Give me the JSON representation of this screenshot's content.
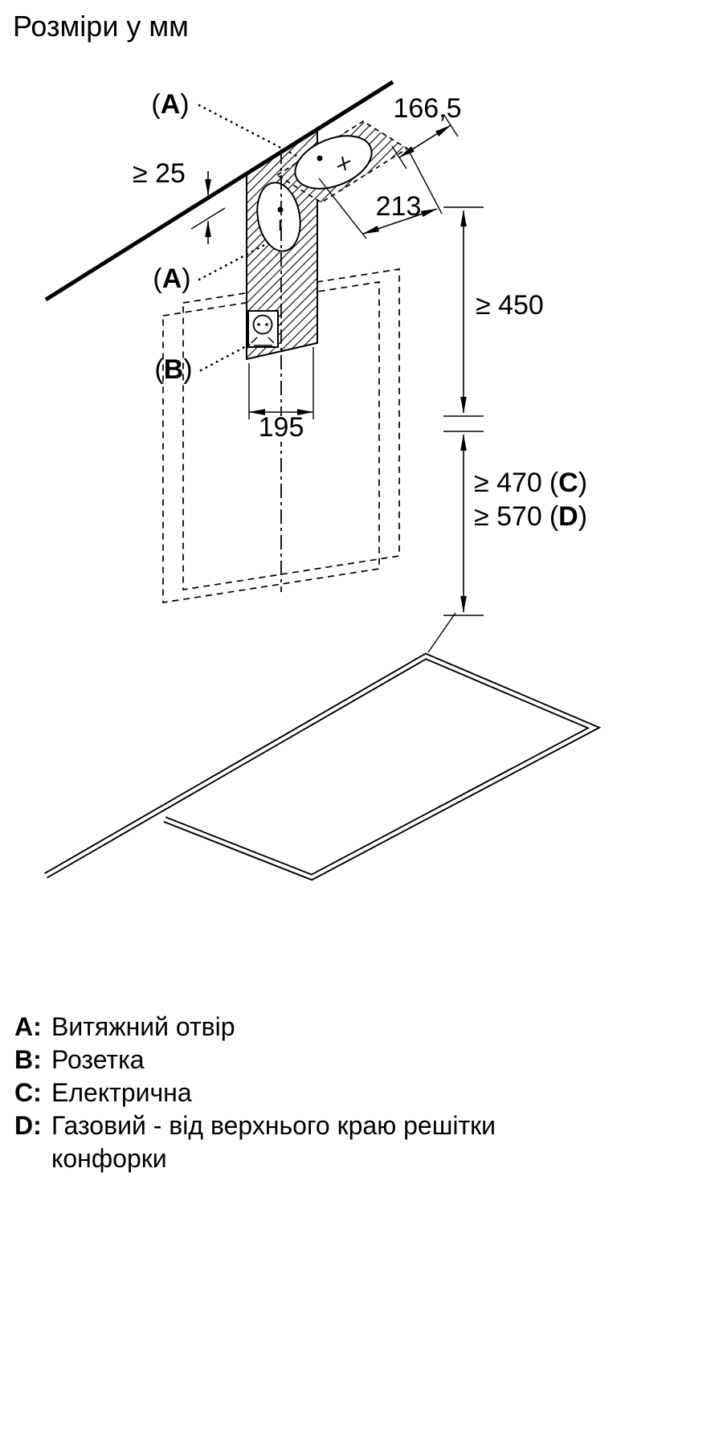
{
  "title": "Розміри у мм",
  "diagram": {
    "labels": {
      "open": "(",
      "close": ")",
      "a": "A",
      "b": "B",
      "c": "C",
      "d": "D"
    },
    "dimensions": {
      "cover_side": "166,5",
      "cover_width": "213",
      "ceiling_distance": "≥ 25",
      "wall_min": "≥ 450",
      "duct_cutout": "195",
      "electric_min": "≥ 470",
      "gas_min": "≥ 570"
    }
  },
  "legend": {
    "rows": [
      {
        "key": "A:",
        "text": "Витяжний отвір"
      },
      {
        "key": "B:",
        "text": "Розетка"
      },
      {
        "key": "C:",
        "text": "Електрична"
      },
      {
        "key": "D:",
        "text": "Газовий - від верхнього краю решітки конфорки"
      }
    ]
  }
}
